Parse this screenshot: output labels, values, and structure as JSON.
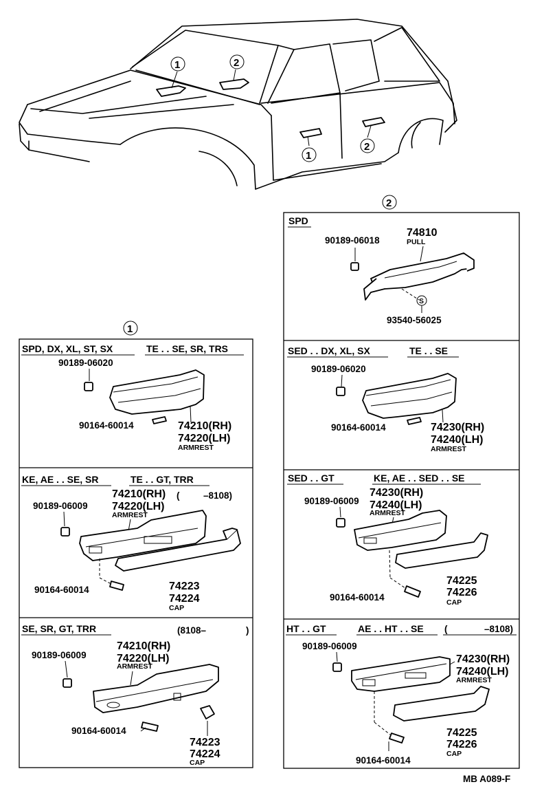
{
  "callouts": {
    "one": "1",
    "two": "2"
  },
  "panel_right_top": {
    "header": "SPD",
    "parts": [
      {
        "number": "90189-06018"
      },
      {
        "number": "74810",
        "label": "PULL"
      },
      {
        "number": "93540-56025"
      }
    ],
    "symbol": "S"
  },
  "panel_left_1": {
    "header_left": "SPD, DX, XL, ST, SX",
    "header_right": "TE . . SE, SR, TRS",
    "clip": "90189-06020",
    "screw": "90164-60014",
    "rh": "74210(RH)",
    "lh": "74220(LH)",
    "label": "ARMREST"
  },
  "panel_right_2": {
    "header_left": "SED . . DX, XL, SX",
    "header_right": "TE . . SE",
    "clip": "90189-06020",
    "screw": "90164-60014",
    "rh": "74230(RH)",
    "lh": "74240(LH)",
    "label": "ARMREST"
  },
  "panel_left_2": {
    "header_left": "KE, AE . . SE, SR",
    "header_right": "TE . . GT, TRR",
    "date_open": "(",
    "date": "–8108)",
    "clip": "90189-06009",
    "screw": "90164-60014",
    "rh": "74210(RH)",
    "lh": "74220(LH)",
    "label": "ARMREST",
    "cap1": "74223",
    "cap2": "74224",
    "cap_label": "CAP"
  },
  "panel_right_3": {
    "header_left": "SED . . GT",
    "header_right": "KE, AE . . SED . . SE",
    "clip": "90189-06009",
    "screw": "90164-60014",
    "rh": "74230(RH)",
    "lh": "74240(LH)",
    "label": "ARMREST",
    "cap1": "74225",
    "cap2": "74226",
    "cap_label": "CAP"
  },
  "panel_left_3": {
    "header_left": "SE, SR, GT, TRR",
    "date": "(8108–",
    "date_close": ")",
    "clip": "90189-06009",
    "screw": "90164-60014",
    "rh": "74210(RH)",
    "lh": "74220(LH)",
    "label": "ARMREST",
    "cap1": "74223",
    "cap2": "74224",
    "cap_label": "CAP"
  },
  "panel_right_4": {
    "header_left": "HT . . GT",
    "header_right": "AE . . HT . . SE",
    "date_open": "(",
    "date": "–8108)",
    "clip": "90189-06009",
    "screw": "90164-60014",
    "rh": "74230(RH)",
    "lh": "74240(LH)",
    "label": "ARMREST",
    "cap1": "74225",
    "cap2": "74226",
    "cap_label": "CAP"
  },
  "footer": "MB A089-F"
}
